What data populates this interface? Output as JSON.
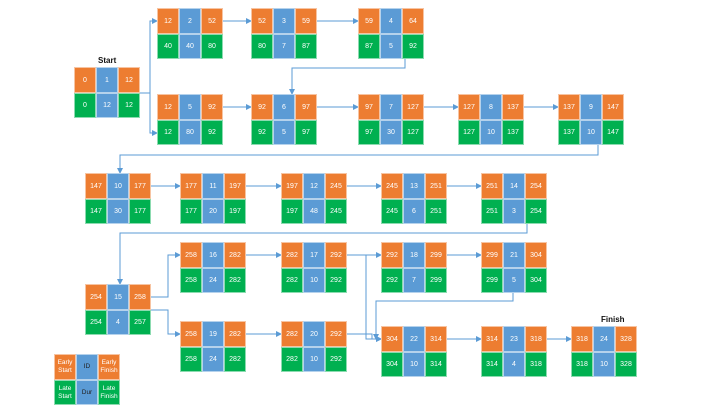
{
  "labels": {
    "start": "Start",
    "finish": "Finish"
  },
  "colors": {
    "early": "#ED7D31",
    "late": "#00B050",
    "id": "#5B9BD5",
    "arrow": "#5B9BD5"
  },
  "legend": {
    "es": "Early Start",
    "id": "ID",
    "ef": "Early Finish",
    "ls": "Late Start",
    "dur": "Dur",
    "lf": "Late Finish"
  },
  "nodes": [
    {
      "id": "1",
      "es": "0",
      "ef": "12",
      "ls": "0",
      "dur": "12",
      "lf": "12"
    },
    {
      "id": "2",
      "es": "12",
      "ef": "52",
      "ls": "40",
      "dur": "40",
      "lf": "80"
    },
    {
      "id": "3",
      "es": "52",
      "ef": "59",
      "ls": "80",
      "dur": "7",
      "lf": "87"
    },
    {
      "id": "4",
      "es": "59",
      "ef": "64",
      "ls": "87",
      "dur": "5",
      "lf": "92"
    },
    {
      "id": "5",
      "es": "12",
      "ef": "92",
      "ls": "12",
      "dur": "80",
      "lf": "92"
    },
    {
      "id": "6",
      "es": "92",
      "ef": "97",
      "ls": "92",
      "dur": "5",
      "lf": "97"
    },
    {
      "id": "7",
      "es": "97",
      "ef": "127",
      "ls": "97",
      "dur": "30",
      "lf": "127"
    },
    {
      "id": "8",
      "es": "127",
      "ef": "137",
      "ls": "127",
      "dur": "10",
      "lf": "137"
    },
    {
      "id": "9",
      "es": "137",
      "ef": "147",
      "ls": "137",
      "dur": "10",
      "lf": "147"
    },
    {
      "id": "10",
      "es": "147",
      "ef": "177",
      "ls": "147",
      "dur": "30",
      "lf": "177"
    },
    {
      "id": "11",
      "es": "177",
      "ef": "197",
      "ls": "177",
      "dur": "20",
      "lf": "197"
    },
    {
      "id": "12",
      "es": "197",
      "ef": "245",
      "ls": "197",
      "dur": "48",
      "lf": "245"
    },
    {
      "id": "13",
      "es": "245",
      "ef": "251",
      "ls": "245",
      "dur": "6",
      "lf": "251"
    },
    {
      "id": "14",
      "es": "251",
      "ef": "254",
      "ls": "251",
      "dur": "3",
      "lf": "254"
    },
    {
      "id": "15",
      "es": "254",
      "ef": "258",
      "ls": "254",
      "dur": "4",
      "lf": "257"
    },
    {
      "id": "16",
      "es": "258",
      "ef": "282",
      "ls": "258",
      "dur": "24",
      "lf": "282"
    },
    {
      "id": "17",
      "es": "282",
      "ef": "292",
      "ls": "282",
      "dur": "10",
      "lf": "292"
    },
    {
      "id": "18",
      "es": "292",
      "ef": "299",
      "ls": "292",
      "dur": "7",
      "lf": "299"
    },
    {
      "id": "21",
      "es": "299",
      "ef": "304",
      "ls": "299",
      "dur": "5",
      "lf": "304"
    },
    {
      "id": "19",
      "es": "258",
      "ef": "282",
      "ls": "258",
      "dur": "24",
      "lf": "282"
    },
    {
      "id": "20",
      "es": "282",
      "ef": "292",
      "ls": "282",
      "dur": "10",
      "lf": "292"
    },
    {
      "id": "22",
      "es": "304",
      "ef": "314",
      "ls": "304",
      "dur": "10",
      "lf": "314"
    },
    {
      "id": "23",
      "es": "314",
      "ef": "318",
      "ls": "314",
      "dur": "4",
      "lf": "318"
    },
    {
      "id": "24",
      "es": "318",
      "ef": "328",
      "ls": "318",
      "dur": "10",
      "lf": "328"
    }
  ]
}
